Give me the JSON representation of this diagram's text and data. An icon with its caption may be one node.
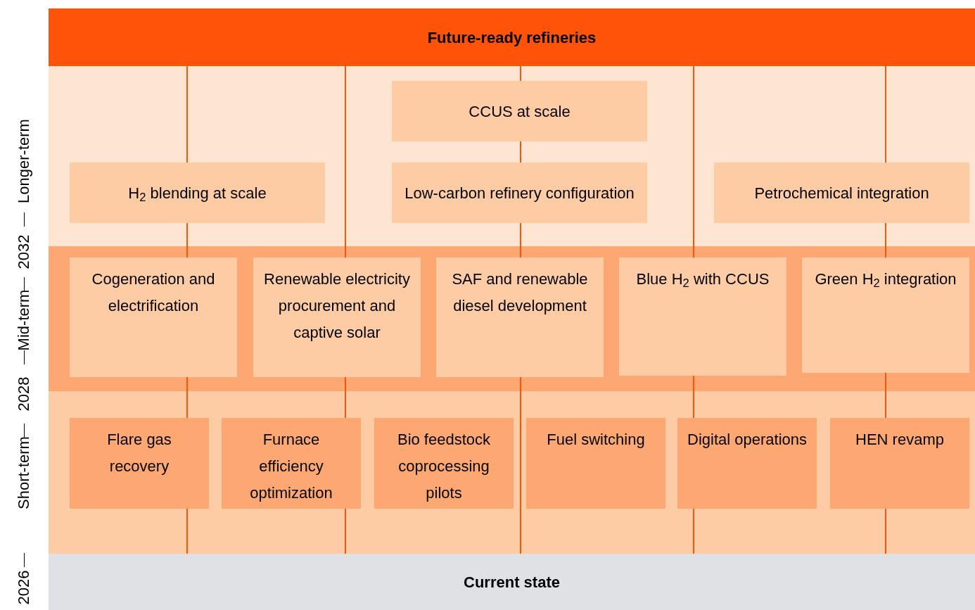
{
  "diagram": {
    "nodes": [
      {
        "text": [
          "Future-ready refineries"
        ]
      },
      {
        "text": [
          "CCUS at scale"
        ]
      },
      {
        "text": [
          "H$_{2}$ blending at scale"
        ]
      },
      {
        "text": [
          "Low-carbon refinery configuration"
        ]
      },
      {
        "text": [
          "Petrochemical integration"
        ]
      },
      {
        "text": [
          "Cogeneration and electrification"
        ]
      },
      {
        "text": [
          "Renewable electricity procurement and captive solar"
        ]
      },
      {
        "text": [
          "SAF and renewable diesel development"
        ]
      },
      {
        "text": [
          "Blue H$_{2}$ with CCUS"
        ]
      },
      {
        "text": [
          "Green H$_{2}$ integration"
        ]
      },
      {
        "text": [
          "Flare gas recovery"
        ]
      },
      {
        "text": [
          "Furnace efficiency optimization"
        ]
      },
      {
        "text": [
          "Bio feedstock coprocessing pilots"
        ]
      },
      {
        "text": [
          "Fuel switching"
        ]
      },
      {
        "text": [
          "Digital operations"
        ]
      },
      {
        "text": [
          "HEN revamp"
        ]
      },
      {
        "text": [
          "Current state"
        ]
      }
    ],
    "edges": [
      {
        "from": 16,
        "to": 10,
        "arrow": "none"
      },
      {
        "from": 10,
        "to": 5,
        "arrow": "none"
      },
      {
        "from": 5,
        "to": 2,
        "arrow": "none"
      },
      {
        "from": 2,
        "to": 0,
        "arrow": "none"
      },
      {
        "from": 16,
        "to": 11,
        "arrow": "none"
      },
      {
        "from": 11,
        "to": 6,
        "arrow": "none"
      },
      {
        "from": 6,
        "to": 0,
        "arrow": "none"
      },
      {
        "from": 16,
        "to": 7,
        "arrow": "none"
      },
      {
        "from": 7,
        "to": 3,
        "arrow": "none"
      },
      {
        "from": 3,
        "to": 1,
        "arrow": "none"
      },
      {
        "from": 1,
        "to": 0,
        "arrow": "none"
      },
      {
        "from": 16,
        "to": 14,
        "arrow": "none"
      },
      {
        "from": 14,
        "to": 8,
        "arrow": "none"
      },
      {
        "from": 8,
        "to": 0,
        "arrow": "none"
      },
      {
        "from": 16,
        "to": 15,
        "arrow": "none"
      },
      {
        "from": 15,
        "to": 9,
        "arrow": "none"
      },
      {
        "from": 9,
        "to": 4,
        "arrow": "none"
      },
      {
        "from": 4,
        "to": 0,
        "arrow": "none"
      }
    ],
    "labels": [
      "Longer-term",
      "2032",
      "Mid-term",
      "2028",
      "Short-term",
      "2026"
    ]
  }
}
